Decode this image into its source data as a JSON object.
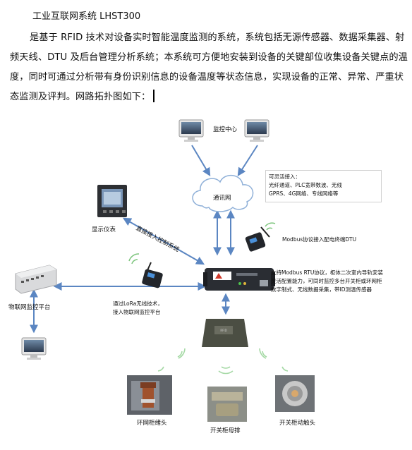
{
  "document": {
    "title": "工业互联网系统 LHST300",
    "paragraph": "是基于 RFID 技术对设备实时智能温度监测的系统，系统包括无源传感器、数据采集器、射频天线、DTU 及后台管理分析系统；本系统可方便地安装到设备的关键部位收集设备关键点的温度，同时可通过分析带有身份识别信息的设备温度等状态信息，实现设备的正常、异常、严重状态监测及评判。网路拓扑图如下："
  },
  "diagram": {
    "monitor_center": "监控中心",
    "network": "通讯网",
    "display_meter": "显示仪表",
    "direct_access": "直接接入控制系统",
    "access_options": {
      "line1": "可灵活接入：",
      "line2": "光纤通道、PLC宽带数波、无线",
      "line3": "GPRS、4G网络、专线网络等"
    },
    "modbus_dtu": "Modbus协议接入配电终端DTU",
    "iot_platform": "物联网监控平台",
    "lora_line1": "通过LoRa无线技术，",
    "lora_line2": "接入物联网监控平台",
    "support": {
      "line1": "支持Modbus RTU协议，柜体二次室内导轨安装",
      "line2": "灵活配置能力，可同时监控多台开关柜或环网柜",
      "line3": "数字制式、无线数据采集，带ID测温传感器"
    },
    "sensors": [
      "环网柜绪头",
      "开关柜母排",
      "开关柜动触头"
    ]
  },
  "colors": {
    "link": "#5b86c2",
    "device": "#2b2f36",
    "wifi": "#7dc57d"
  }
}
